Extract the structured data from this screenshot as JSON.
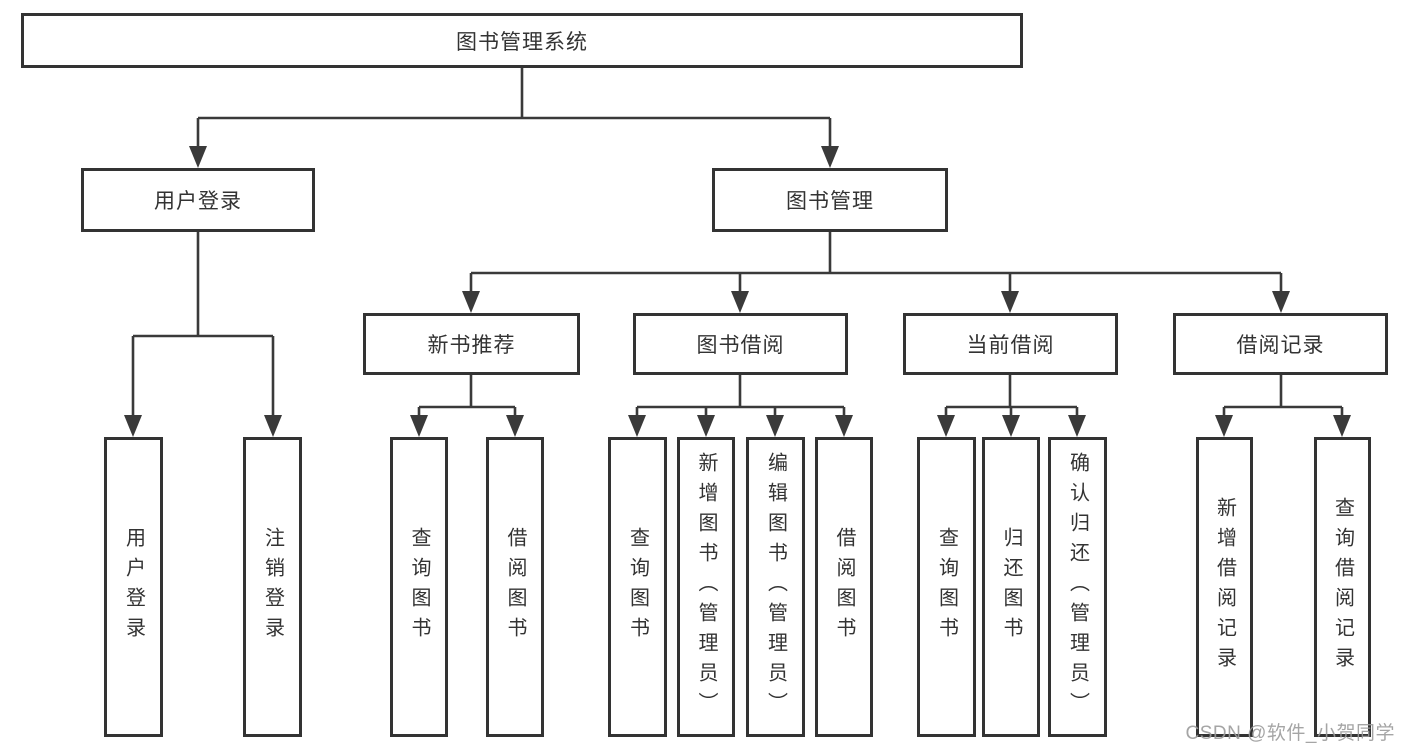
{
  "tree": {
    "label": "图书管理系统",
    "children": [
      {
        "label": "用户登录",
        "children": [
          {
            "label": "用户登录"
          },
          {
            "label": "注销登录"
          }
        ]
      },
      {
        "label": "图书管理",
        "children": [
          {
            "label": "新书推荐",
            "children": [
              {
                "label": "查询图书"
              },
              {
                "label": "借阅图书"
              }
            ]
          },
          {
            "label": "图书借阅",
            "children": [
              {
                "label": "查询图书"
              },
              {
                "label": "新增图书（管理员）"
              },
              {
                "label": "编辑图书（管理员）"
              },
              {
                "label": "借阅图书"
              }
            ]
          },
          {
            "label": "当前借阅",
            "children": [
              {
                "label": "查询图书"
              },
              {
                "label": "归还图书"
              },
              {
                "label": "确认归还（管理员）"
              }
            ]
          },
          {
            "label": "借阅记录",
            "children": [
              {
                "label": "新增借阅记录"
              },
              {
                "label": "查询借阅记录"
              }
            ]
          }
        ]
      }
    ]
  },
  "watermark": {
    "text": "CSDN @软件_小贺同学"
  },
  "colors": {
    "line": "#3a3a3a",
    "box_border": "#333333",
    "text": "#333333",
    "watermark": "#9b9b9b",
    "background": "#ffffff"
  }
}
